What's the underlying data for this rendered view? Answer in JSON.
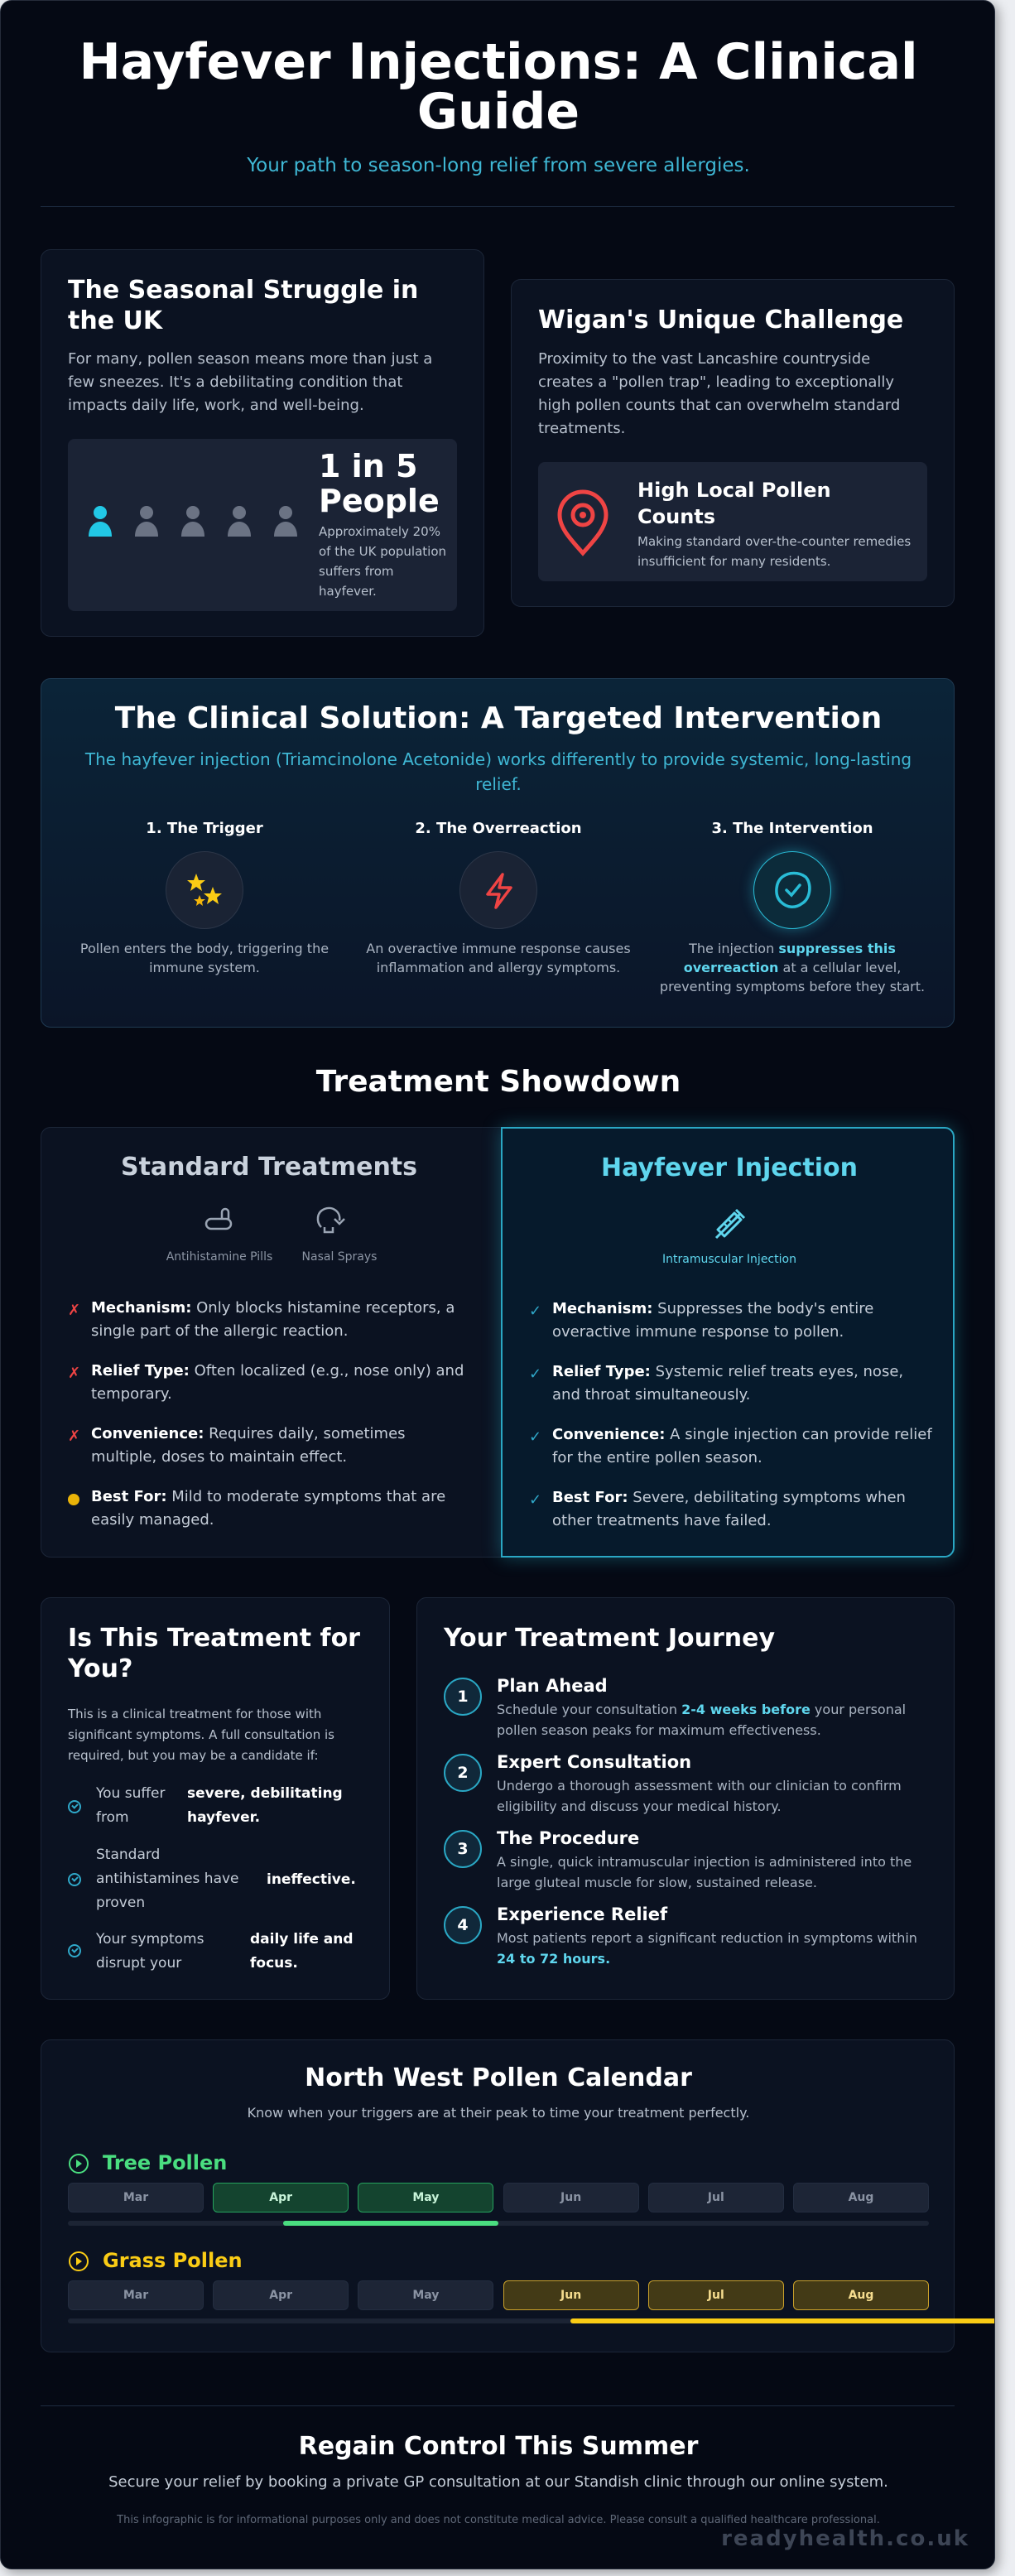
{
  "header": {
    "title": "Hayfever Injections: A Clinical Guide",
    "subtitle": "Your path to season-long relief from severe allergies."
  },
  "struggle": {
    "title": "The Seasonal Struggle in the UK",
    "body": "For many, pollen season means more than just a few sneezes. It's a debilitating condition that impacts daily life, work, and well-being.",
    "stat_big": "1 in 5 People",
    "stat_small": "Approximately 20% of the UK population suffers from hayfever.",
    "people_highlighted": 1,
    "people_total": 5
  },
  "wigan": {
    "title": "Wigan's Unique Challenge",
    "body": "Proximity to the vast Lancashire countryside creates a \"pollen trap\", leading to exceptionally high pollen counts that can overwhelm standard treatments.",
    "box_title": "High Local Pollen Counts",
    "box_body": "Making standard over-the-counter remedies insufficient for many residents.",
    "icon": "map-pin-icon"
  },
  "solution": {
    "title": "The Clinical Solution: A Targeted Intervention",
    "subtitle": "The hayfever injection (Triamcinolone Acetonide) works differently to provide systemic, long-lasting relief.",
    "steps": [
      {
        "title": "1. The Trigger",
        "icon": "pollen-icon",
        "body": "Pollen enters the body, triggering the immune system."
      },
      {
        "title": "2. The Overreaction",
        "icon": "lightning-icon",
        "body": "An overactive immune response causes inflammation and allergy symptoms."
      },
      {
        "title": "3. The Intervention",
        "icon": "shield-check-icon",
        "body_pre": "The injection ",
        "body_strong": "suppresses this overreaction",
        "body_post": " at a cellular level, preventing symptoms before they start."
      }
    ]
  },
  "showdown": {
    "title": "Treatment Showdown",
    "standard": {
      "title": "Standard Treatments",
      "icons": [
        {
          "label": "Antihistamine Pills",
          "icon": "pill-icon"
        },
        {
          "label": "Nasal Sprays",
          "icon": "spray-icon"
        }
      ],
      "items": [
        {
          "label": "Mechanism:",
          "text": "Only blocks histamine receptors, a single part of the allergic reaction."
        },
        {
          "label": "Relief Type:",
          "text": "Often localized (e.g., nose only) and temporary."
        },
        {
          "label": "Convenience:",
          "text": "Requires daily, sometimes multiple, doses to maintain effect."
        },
        {
          "label": "Best For:",
          "text": "Mild to moderate symptoms that are easily managed."
        }
      ]
    },
    "injection": {
      "title": "Hayfever Injection",
      "icons": [
        {
          "label": "Intramuscular Injection",
          "icon": "syringe-icon"
        }
      ],
      "items": [
        {
          "label": "Mechanism:",
          "text": "Suppresses the body's entire overactive immune response to pollen."
        },
        {
          "label": "Relief Type:",
          "text": "Systemic relief treats eyes, nose, and throat simultaneously."
        },
        {
          "label": "Convenience:",
          "text": "A single injection can provide relief for the entire pollen season."
        },
        {
          "label": "Best For:",
          "text": "Severe, debilitating symptoms when other treatments have failed."
        }
      ]
    },
    "marks": {
      "cross": "✗",
      "check": "✓"
    }
  },
  "candidate": {
    "title": "Is This Treatment for You?",
    "body": "This is a clinical treatment for those with significant symptoms. A full consultation is required, but you may be a candidate if:",
    "items": [
      {
        "text": "You suffer from",
        "strong": "severe, debilitating hayfever."
      },
      {
        "text": "Standard antihistamines have proven",
        "strong": "ineffective."
      },
      {
        "text": "Your symptoms disrupt your",
        "strong": "daily life and focus."
      }
    ]
  },
  "journey": {
    "title": "Your Treatment Journey",
    "steps": [
      {
        "num": "1",
        "title": "Plan Ahead",
        "pre": "Schedule your consultation ",
        "strong": "2-4 weeks before",
        "post": " your personal pollen season peaks for maximum effectiveness."
      },
      {
        "num": "2",
        "title": "Expert Consultation",
        "pre": "Undergo a thorough assessment with our clinician to confirm eligibility and discuss your medical history.",
        "strong": "",
        "post": ""
      },
      {
        "num": "3",
        "title": "The Procedure",
        "pre": "A single, quick intramuscular injection is administered into the large gluteal muscle for slow, sustained release.",
        "strong": "",
        "post": ""
      },
      {
        "num": "4",
        "title": "Experience Relief",
        "pre": "Most patients report a significant reduction in symptoms within ",
        "strong": "24 to 72 hours.",
        "post": ""
      }
    ]
  },
  "calendar": {
    "title": "North West Pollen Calendar",
    "subtitle": "Know when your triggers are at their peak to time your treatment perfectly.",
    "months": [
      "Mar",
      "Apr",
      "May",
      "Jun",
      "Jul",
      "Aug"
    ],
    "rows": [
      {
        "name": "Tree Pollen",
        "color": "#4ade80",
        "peak_months": [
          "Apr",
          "May"
        ]
      },
      {
        "name": "Grass Pollen",
        "color": "#facc15",
        "peak_months": [
          "Jun",
          "Jul",
          "Aug"
        ]
      }
    ]
  },
  "footer": {
    "title": "Regain Control This Summer",
    "body": "Secure your relief by booking a private GP consultation at our Standish clinic through our online system.",
    "disclaimer": "This infographic is for informational purposes only and does not constitute medical advice. Please consult a qualified healthcare professional.",
    "watermark": "readyhealth.co.uk"
  },
  "colors": {
    "accent": "#29bcd6",
    "danger": "#ef4444",
    "green": "#4ade80",
    "yellow": "#facc15"
  }
}
